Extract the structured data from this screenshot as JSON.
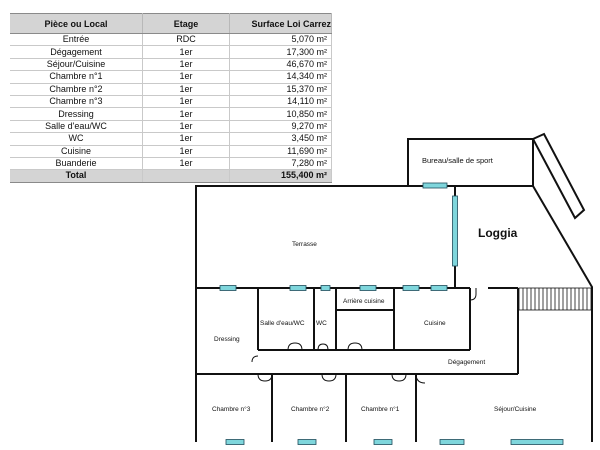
{
  "table": {
    "headers": [
      "Pièce ou Local",
      "Etage",
      "Surface Loi Carrez"
    ],
    "rows": [
      {
        "piece": "Entrée",
        "etage": "RDC",
        "surface": "5,070 m²"
      },
      {
        "piece": "Dégagement",
        "etage": "1er",
        "surface": "17,300 m²"
      },
      {
        "piece": "Séjour/Cuisine",
        "etage": "1er",
        "surface": "46,670 m²"
      },
      {
        "piece": "Chambre n°1",
        "etage": "1er",
        "surface": "14,340 m²"
      },
      {
        "piece": "Chambre n°2",
        "etage": "1er",
        "surface": "15,370 m²"
      },
      {
        "piece": "Chambre n°3",
        "etage": "1er",
        "surface": "14,110 m²"
      },
      {
        "piece": "Dressing",
        "etage": "1er",
        "surface": "10,850 m²"
      },
      {
        "piece": "Salle d'eau/WC",
        "etage": "1er",
        "surface": "9,270 m²"
      },
      {
        "piece": "WC",
        "etage": "1er",
        "surface": "3,450 m²"
      },
      {
        "piece": "Cuisine",
        "etage": "1er",
        "surface": "11,690 m²"
      },
      {
        "piece": "Buanderie",
        "etage": "1er",
        "surface": "7,280 m²"
      }
    ],
    "total": {
      "label": "Total",
      "etage": "",
      "surface": "155,400 m²"
    }
  },
  "plan": {
    "labels": {
      "bureau": "Bureau/salle de sport",
      "loggia": "Loggia",
      "terrasse": "Terrasse",
      "arriere_cuisine": "Arrière cuisine",
      "salle_eau_wc": "Salle d'eau/WC",
      "wc": "WC",
      "cuisine": "Cuisine",
      "dressing": "Dressing",
      "degagement": "Dégagement",
      "chambre3": "Chambre n°3",
      "chambre2": "Chambre n°2",
      "chambre1": "Chambre n°1",
      "sejour_cuisine": "Séjour/Cuisine"
    },
    "colors": {
      "wall": "#111111",
      "window": "#7fd6dc",
      "window_stroke": "#1f4c5a"
    }
  }
}
